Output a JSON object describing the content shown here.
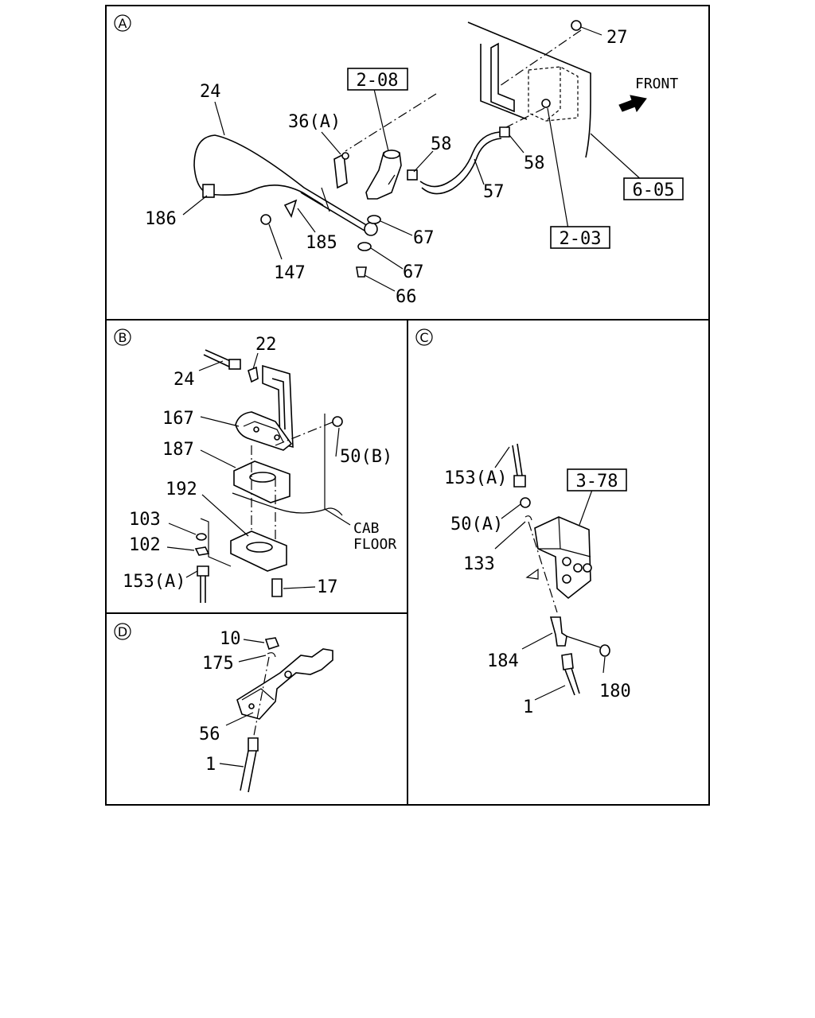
{
  "panels": {
    "A": {
      "marker": "A",
      "labels": {
        "p27": "27",
        "p24": "24",
        "p2_08": "2-08",
        "p36a": "36(A)",
        "p58a": "58",
        "p58b": "58",
        "p57": "57",
        "p6_05": "6-05",
        "p186": "186",
        "p185": "185",
        "p67a": "67",
        "p67b": "67",
        "p147": "147",
        "p66": "66",
        "p2_03": "2-03",
        "front": "FRONT"
      }
    },
    "B": {
      "marker": "B",
      "labels": {
        "p22": "22",
        "p24": "24",
        "p167": "167",
        "p187": "187",
        "p50b": "50(B)",
        "p192": "192",
        "p103": "103",
        "p102": "102",
        "p153a": "153(A)",
        "p17": "17",
        "cab": "CAB",
        "floor": "FLOOR"
      }
    },
    "C": {
      "marker": "C",
      "labels": {
        "p153a": "153(A)",
        "p3_78": "3-78",
        "p50a": "50(A)",
        "p133": "133",
        "p184": "184",
        "p180": "180",
        "p1": "1"
      }
    },
    "D": {
      "marker": "D",
      "labels": {
        "p10": "10",
        "p175": "175",
        "p56": "56",
        "p1": "1"
      }
    }
  }
}
